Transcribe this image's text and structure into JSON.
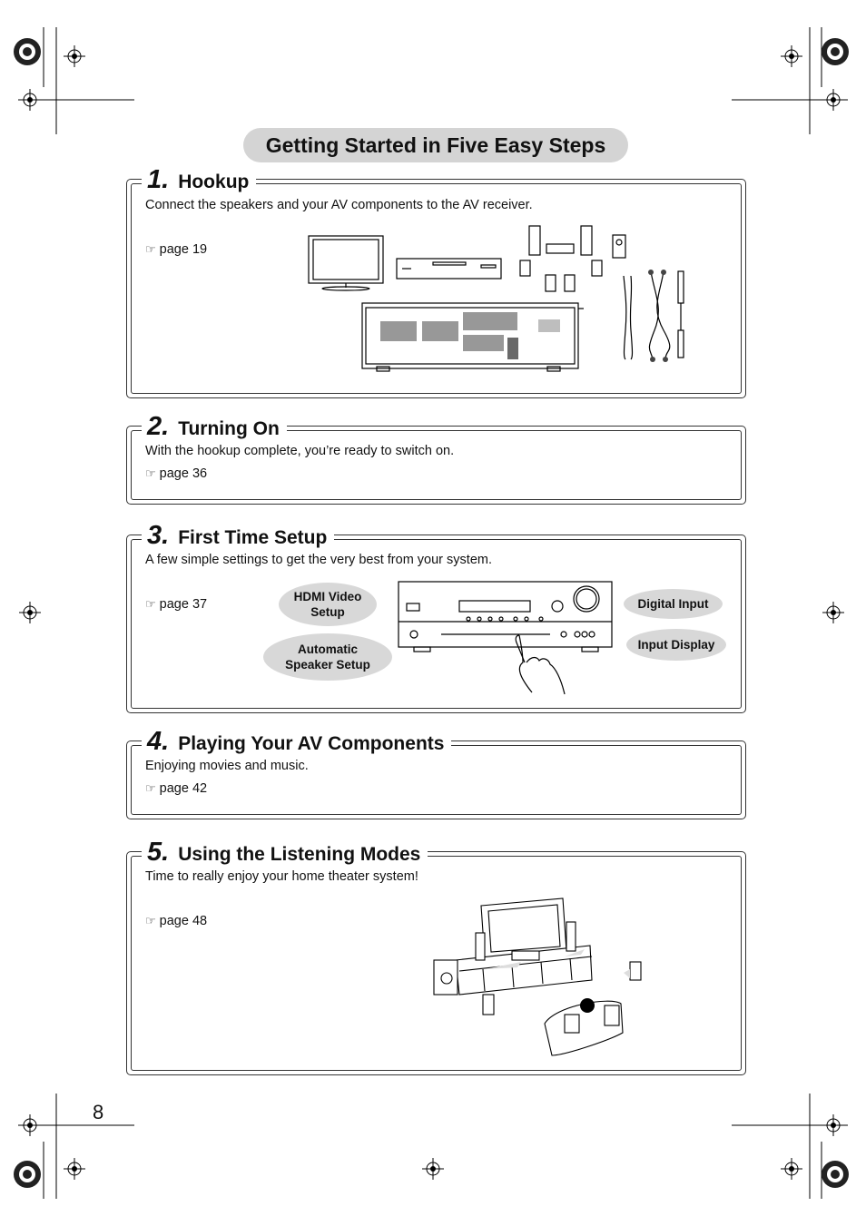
{
  "page_title": "Getting Started in Five Easy Steps",
  "page_number": "8",
  "ref_icon": "pointing-hand-icon",
  "steps": [
    {
      "number": "1.",
      "title": "Hookup",
      "text": "Connect the speakers and your AV components to the AV receiver.",
      "page_ref": "page 19"
    },
    {
      "number": "2.",
      "title": "Turning On",
      "text": "With the hookup complete, you’re ready to switch on.",
      "page_ref": "page 36"
    },
    {
      "number": "3.",
      "title": "First Time Setup",
      "text": "A few simple settings to get the very best from your system.",
      "page_ref": "page 37"
    },
    {
      "number": "4.",
      "title": "Playing Your AV Components",
      "text": "Enjoying movies and music.",
      "page_ref": "page 42"
    },
    {
      "number": "5.",
      "title": "Using the Listening Modes",
      "text": "Time to really enjoy your home theater system!",
      "page_ref": "page 48"
    }
  ],
  "setup_callouts": {
    "hdmi": "HDMI Video Setup",
    "speaker": "Automatic Speaker Setup",
    "digital": "Digital Input",
    "display": "Input Display"
  }
}
